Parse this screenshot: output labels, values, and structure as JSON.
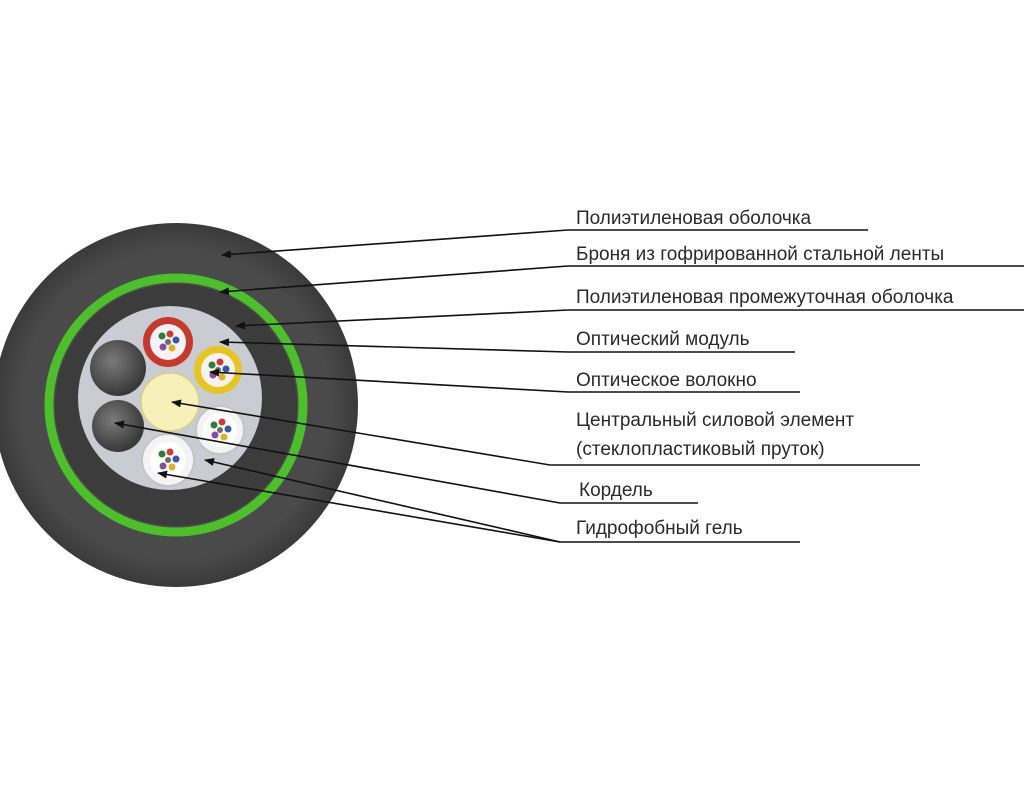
{
  "labels": {
    "outer_sheath": "Полиэтиленовая оболочка",
    "armor": "Броня из гофрированной стальной ленты",
    "inner_sheath": "Полиэтиленовая промежуточная оболочка",
    "optical_module": "Оптический модуль",
    "optical_fiber": "Оптическое волокно",
    "central_member_line1": "Центральный силовой элемент",
    "central_member_line2": "(стеклопластиковый пруток)",
    "filler_cord": "Кордель",
    "hydrophobic_gel": "Гидрофобный гель"
  },
  "colors": {
    "outer_sheath": "#4a4a4a",
    "armor_tape": "#4cbf2a",
    "inner_sheath": "#3c3c3c",
    "gel_core": "#c9ccd3",
    "central_member": "#f7f0b8",
    "filler_cord": "#4d4d4d",
    "module_red": "#c8382c",
    "module_yellow": "#e6c51e",
    "module_white": "#f4f4f4",
    "leader_line": "#111111"
  },
  "icons": {
    "outer_sheath": "outer-sheath-ring",
    "armor": "armor-ring",
    "module": "tube-ring",
    "cord": "filler-cord-circle"
  }
}
